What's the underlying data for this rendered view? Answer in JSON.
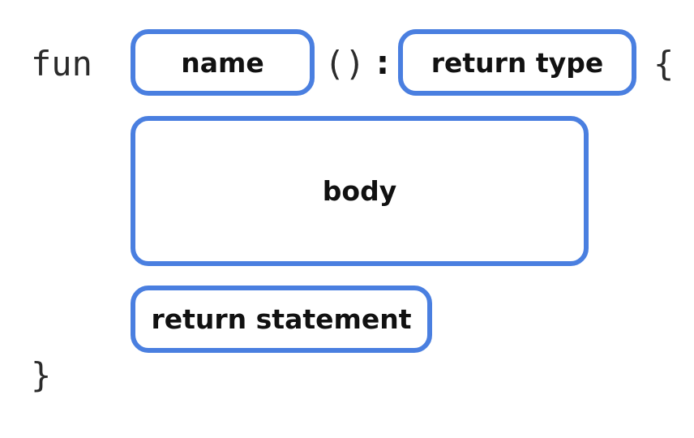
{
  "diagram": {
    "keyword": "fun",
    "parens": "()",
    "colon": ":",
    "open_brace": "{",
    "close_brace": "}",
    "boxes": {
      "name": "name",
      "return_type": "return type",
      "body": "body",
      "return_statement": "return statement"
    },
    "accent_color": "#4a7fe0"
  }
}
